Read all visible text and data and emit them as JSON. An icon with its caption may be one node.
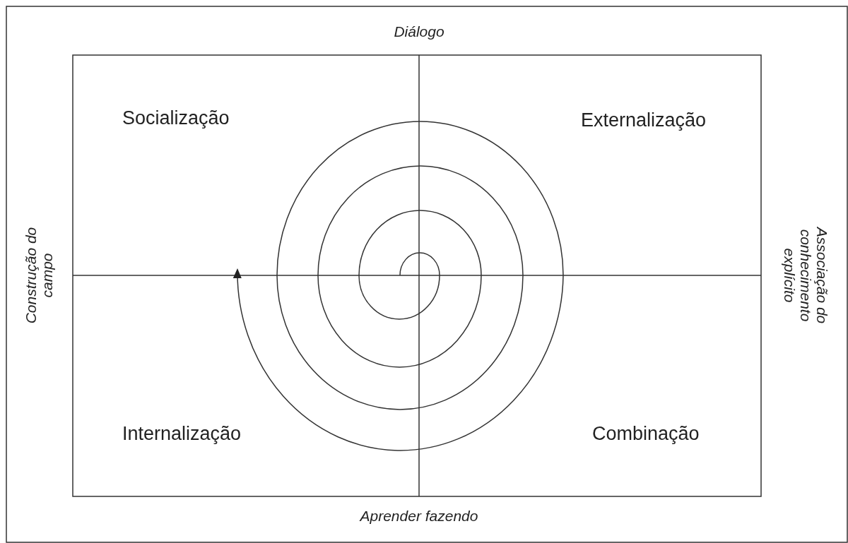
{
  "diagram": {
    "labels": [
      "Diálogo",
      "Socialização",
      "Externalização",
      "Construção do campo",
      "Associação do conhecimento explícito",
      "Internalização",
      "Combinação",
      "Aprender fazendo"
    ]
  }
}
